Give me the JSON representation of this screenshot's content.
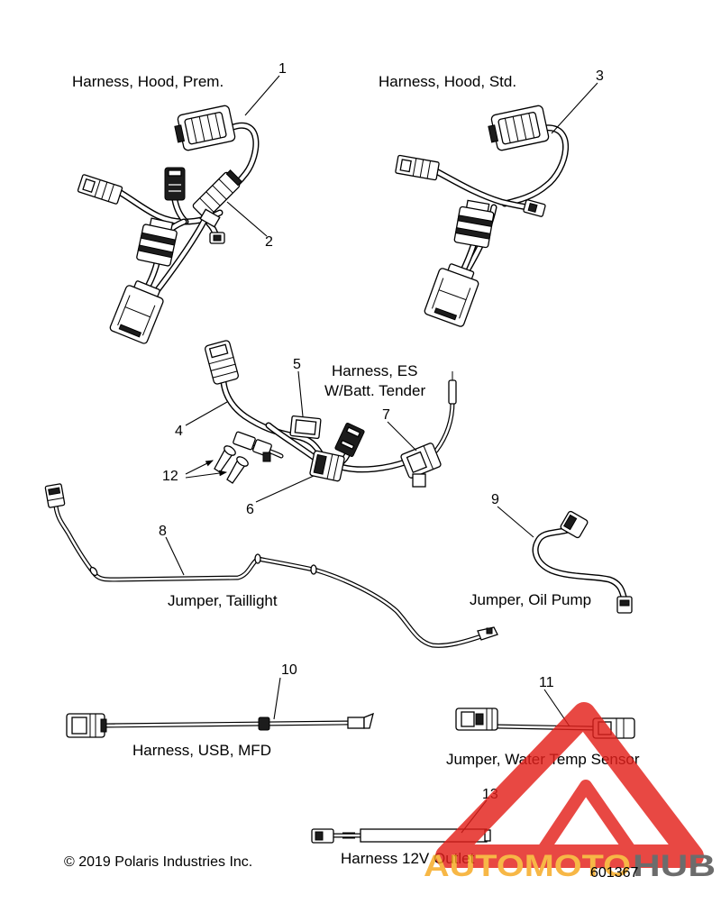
{
  "assemblies": {
    "hood_prem": {
      "label": "Harness, Hood, Prem.",
      "callouts": [
        "1",
        "2"
      ]
    },
    "hood_std": {
      "label": "Harness, Hood, Std.",
      "callouts": [
        "3"
      ]
    },
    "es_batt_tender": {
      "label_line1": "Harness, ES",
      "label_line2": "W/Batt. Tender",
      "callouts": [
        "4",
        "5",
        "6",
        "7",
        "12"
      ]
    },
    "taillight": {
      "label": "Jumper, Taillight",
      "callouts": [
        "8"
      ]
    },
    "oil_pump": {
      "label": "Jumper, Oil Pump",
      "callouts": [
        "9"
      ]
    },
    "usb_mfd": {
      "label": "Harness, USB, MFD",
      "callouts": [
        "10"
      ]
    },
    "water_temp_sensor": {
      "label": "Jumper, Water Temp Sensor",
      "callouts": [
        "11"
      ]
    },
    "outlet_12v": {
      "label": "Harness 12V Outlet",
      "callouts": [
        "13"
      ]
    }
  },
  "footer": {
    "copyright": "© 2019 Polaris Industries Inc.",
    "figure_number": "601367"
  },
  "watermark": {
    "text_automoto": "AUTOMOTO",
    "text_hub": "HUB",
    "triangle_color": "#e3201b",
    "text_color_automoto": "#f6a81e",
    "text_color_hub": "#4d4d4d"
  }
}
